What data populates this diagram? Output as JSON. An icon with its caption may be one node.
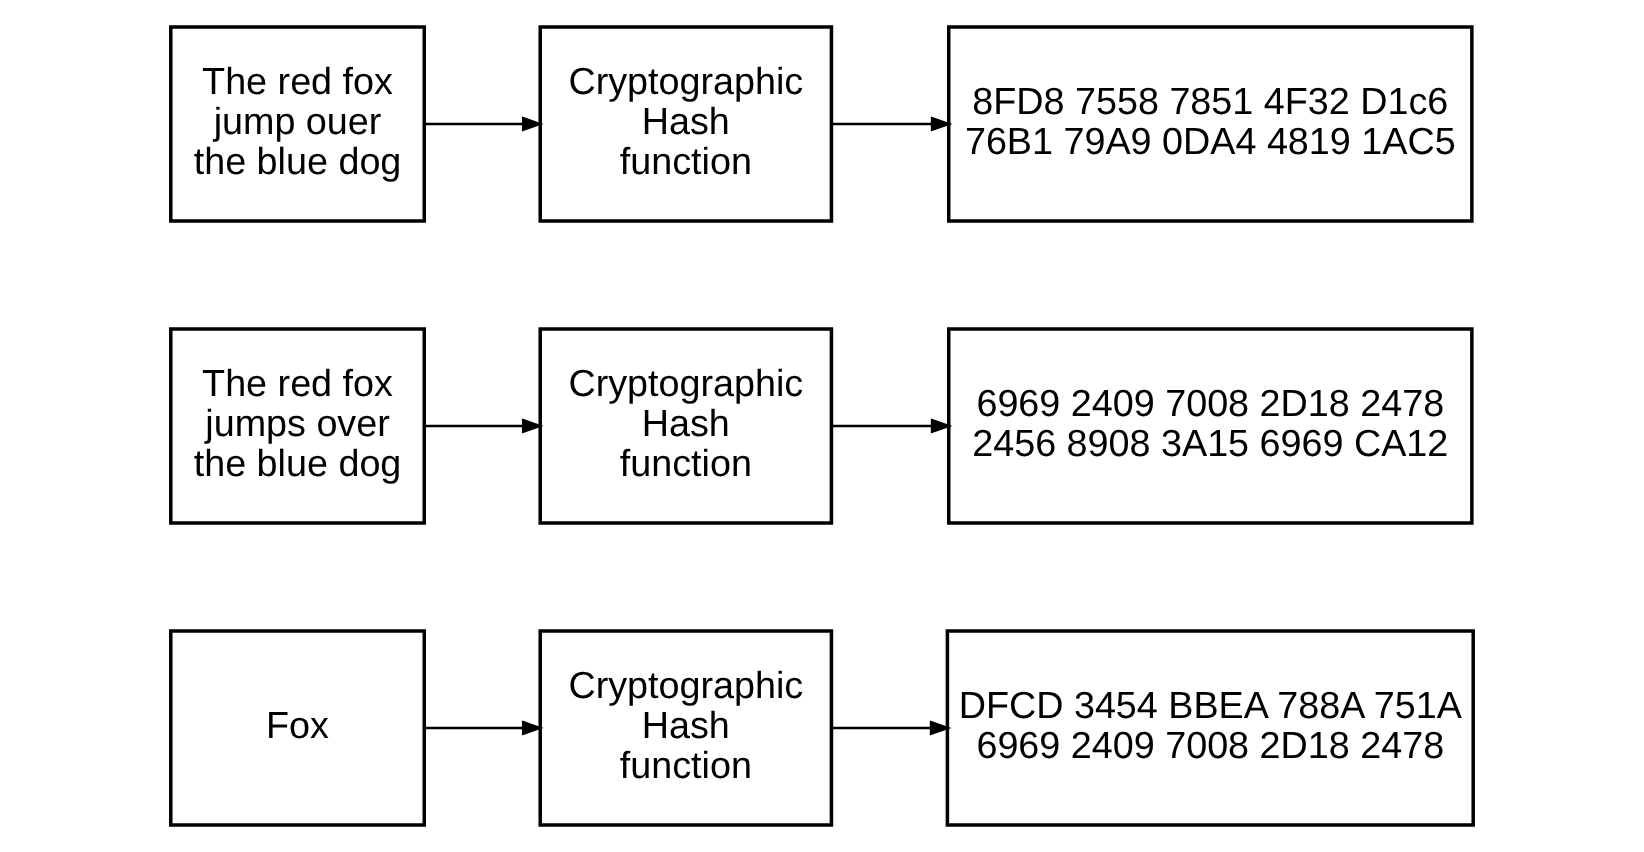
{
  "diagram": {
    "nodes": [
      {
        "text": [
          "Fox"
        ]
      },
      {
        "text": [
          "Cryptographic Hash function"
        ]
      },
      {
        "text": [
          "DFCD 3454 BBEA 788A 751A 6969 2409 7008 2D18 2478"
        ]
      },
      {
        "text": [
          "The red fox jumps over the blue dog"
        ]
      },
      {
        "text": [
          "Cryptographic Hash function"
        ]
      },
      {
        "text": [
          "6969 2409 7008 2D18 2478 2456 8908 3A15 6969 CA12"
        ]
      },
      {
        "text": [
          "The red fox jump ouer the blue dog"
        ]
      },
      {
        "text": [
          "Cryptographic Hash function"
        ]
      },
      {
        "text": [
          "8FD8 7558 7851 4F32 D1c6 76B1 79A9 0DA4 4819 1AC5"
        ]
      }
    ],
    "edges": [
      {
        "from": 0,
        "to": 1,
        "arrow": "to"
      },
      {
        "from": 1,
        "to": 2,
        "arrow": "to"
      },
      {
        "from": 3,
        "to": 4,
        "arrow": "to"
      },
      {
        "from": 4,
        "to": 5,
        "arrow": "to"
      },
      {
        "from": 6,
        "to": 7,
        "arrow": "to"
      },
      {
        "from": 7,
        "to": 8,
        "arrow": "to"
      }
    ]
  }
}
